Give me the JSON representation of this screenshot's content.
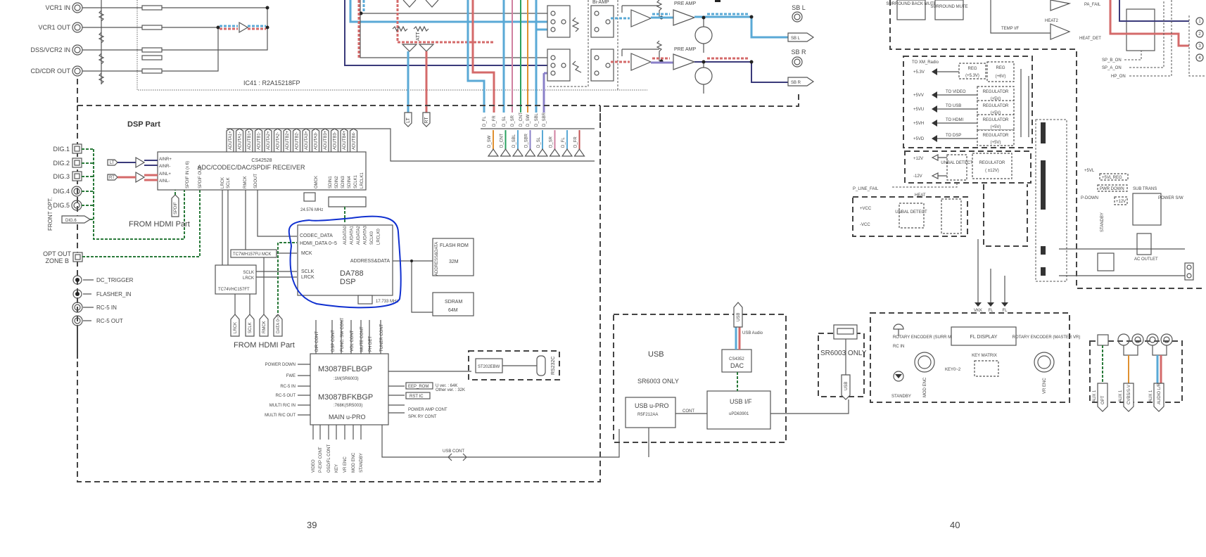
{
  "document": {
    "pages": [
      "39",
      "40"
    ]
  },
  "input_jacks": [
    {
      "label": "VCR1 IN"
    },
    {
      "label": "VCR1 OUT"
    },
    {
      "label": "DSS/VCR2 IN"
    },
    {
      "label": "CD/CDR OUT"
    }
  ],
  "ic41_label": "IC41 : R2A15218FP",
  "analog_outputs": {
    "lt": "LT",
    "rt": "RT",
    "att": "ATT",
    "bi_amp": "Bi-AMP",
    "pre_amp": "PRE AMP",
    "sb_l_jack": "SB L",
    "sb_r_jack": "SB R",
    "sb_l_conn": "SB L",
    "sb_r_conn": "SB R",
    "d_channels_top": [
      "D_FL",
      "D_FR",
      "D_SL",
      "D_SR",
      "D_CNT",
      "D_SW",
      "D_SBL",
      "D_SBR"
    ],
    "d_channels_bottom": [
      "D_SW",
      "D_CNT",
      "D_SBL",
      "D_SBR",
      "D_SL",
      "D_SR",
      "D_FL",
      "D_FR"
    ]
  },
  "dsp_part": {
    "title": "DSP Part",
    "digital_inputs": [
      "DIG.1",
      "DIG.2",
      "DIG.3",
      "DIG.4",
      "DIG.5",
      "DIG.6"
    ],
    "front_opt": "FRONT OPT.",
    "opt_out": "OPT OUT",
    "zone_b": "ZONE B",
    "misc_jacks": [
      "DC_TRIGGER",
      "FLASHER_IN",
      "RC-5 IN",
      "RC-5 OUT"
    ],
    "adc_chip": {
      "part": "CS42528",
      "name": "ADC/CODEC/DAC/SPDIF RECEIVER",
      "left_pins": [
        "AINR+",
        "AINR-",
        "AINL+",
        "AINL-"
      ],
      "bottom_pins": [
        "SPDIF IN (x 6)",
        "SPDIF OUT",
        "LRCK",
        "SCLK",
        "RMCK",
        "SDOUT",
        "OMCK",
        "SDIN1",
        "SDIN2",
        "SDIN3",
        "SDIN4",
        "SCLK1",
        "LRCLK1"
      ],
      "top_pins": [
        "ADUTA1+",
        "ADUTA1-",
        "ADUTB1+",
        "ADUTB1-",
        "ADUTA2+",
        "ADUTA2-",
        "ADUTB2+",
        "ADUTB2-",
        "ADUTA3+",
        "ADUTA3-",
        "ADUTB3+",
        "ADUTB3-",
        "ADUTB4+",
        "ADUTB4-"
      ],
      "crystal": "24.576 MHz",
      "spdif_conn": "SPDIF"
    },
    "from_hdmi_1": "FROM HDMI Part",
    "from_hdmi_2": "FROM HDMI Part",
    "hdmi_conns": [
      "LRCK",
      "SCLK",
      "RMCK",
      "DATA 0~5"
    ],
    "tc7wh": "TC7WH157FU MCK",
    "tc74": {
      "name": "TC74VHC157FT",
      "pins": [
        "SCLK",
        "LRCK"
      ]
    },
    "dsp_chip": {
      "name1": "DA788",
      "name2": "DSP",
      "left_pins": [
        "CODEC_DATA",
        "HDMI_DATA 0~5",
        "MCK",
        "SCLK",
        "LRCK"
      ],
      "top_pins": [
        "AUDATA0",
        "AUDATA1",
        "AUDATA2",
        "AUDATA3",
        "SCLK0",
        "LRCLK0"
      ],
      "right_pin": "ADDRESS&DATA",
      "crystal": "17.733 MHz"
    },
    "flash_rom": {
      "name": "FLASH ROM",
      "size": "32M",
      "pin": "ADDRESS&DATA"
    },
    "sdram": {
      "name": "SDRAM",
      "size": "64M"
    },
    "micro": {
      "part1": "M3087BFLBGP",
      "part1_mem": ":1M(SR6003)",
      "part2": "M3087BFKBGP",
      "part2_mem": ":768K(SR5003)",
      "name": "MAIN u-PRO",
      "top_signals": [
        "DIR CONT",
        "DSP CONT",
        "FUNC. SW CONT",
        "VOL CONT",
        "MUTE CONT",
        "PH DET",
        "TUNER CONT"
      ],
      "left_signals": [
        "POWER DOWN",
        "FWE",
        "RC-5 IN",
        "RC-5 OUT",
        "MULTI R/C IN",
        "MULTI R/C OUT"
      ],
      "bottom_signals": [
        "VIDEO",
        "P-EXP CONT",
        "OSD/FL CONT",
        "KEY",
        "VR ENC",
        "MOD ENC",
        "STANDBY"
      ],
      "right_signals": [
        "POWER AMP CONT",
        "SPK RY CONT"
      ],
      "eep_rom": "EEP_ROM",
      "eep_note1": "U ver. : 64K",
      "eep_note2": "Other ver. : 32K",
      "rst_ic": "RST IC",
      "usb_cont": "USB CONT"
    },
    "rs232": {
      "driver": "ST202EBW",
      "connector": "RS232C"
    }
  },
  "usb_block": {
    "title": "USB",
    "subtitle": "SR6003 ONLY",
    "u_pro": {
      "name": "USB u-PRO",
      "part": "R5F212AA"
    },
    "cont": "CONT",
    "usb_if": {
      "name": "USB I/F",
      "part": "uPD63901"
    },
    "dac": {
      "part": "CS4352",
      "name": "DAC"
    },
    "usb_audio": "USB Audio",
    "usb_conn": "USB",
    "sr6003_only": "SR6003 ONLY",
    "usb_conn2": "USB"
  },
  "power_block": {
    "surround_back_mute": "SURROUND BACK MUTE",
    "surround_mute": "SURROUND MUTE",
    "pa_fail": "PA_FAIL",
    "heat2": "HEAT2",
    "temp_if": "TEMP I/F",
    "heat_det": "HEAT_DET",
    "to_xm": "TO XM_Radio",
    "rails": [
      {
        "volt": "+5.3V",
        "dest": "",
        "reg": "REG",
        "reg_v": "(+5.3V)"
      },
      {
        "volt": "+5VV",
        "dest": "TO VIDEO",
        "reg": "REGULATOR",
        "reg_v": "(+5V)"
      },
      {
        "volt": "+5VU",
        "dest": "TO USB",
        "reg": "REGULATOR",
        "reg_v": "(+5V)"
      },
      {
        "volt": "+5VH",
        "dest": "TO HDMI",
        "reg": "REGULATOR",
        "reg_v": "(+5V)"
      },
      {
        "volt": "+5VD",
        "dest": "TO DSP",
        "reg": "REGULATOR",
        "reg_v": "(+5V)"
      }
    ],
    "reg6": {
      "name": "REG",
      "v": "(+6V)"
    },
    "p12": "+12V",
    "m12": "-12V",
    "unbal": "UNBAL DETECT",
    "reg12": {
      "name": "REGULATOR",
      "v": "( ±12V)"
    },
    "p_line_fail": "P_LINE_FAIL",
    "heat": "HEAT",
    "pvcc": "+VCC",
    "mvcc": "-VCC",
    "unbal2": "UNBAL DETECT",
    "outputs": [
      "VKK",
      "FL",
      "FL"
    ],
    "sp_b_on": "SP_B_ON",
    "sp_a_on": "SP_A_ON",
    "hp_on": "HP_ON",
    "terminals": [
      "1",
      "2",
      "3",
      "4"
    ],
    "p5vl": "+5VL",
    "p5vl_reg": "+5VL REG",
    "pwr_down": "PWR DOWN",
    "p_down": "P-DOWN",
    "p12b": "+12V",
    "sub_trans": "SUB TRANS",
    "power_sw": "POWER S/W",
    "standby": "STANDBY",
    "ac_outlet": "AC OUTLET"
  },
  "front_panel": {
    "rc_in": "RC IN",
    "standby": "STANDBY",
    "rot_enc_surr": "ROTARY ENCODER (SURR MODE)",
    "mod_enc": "MOD ENC",
    "fl_display": "FL DISPLAY",
    "key_matrix": "KEY MATRIX",
    "key02": "KEY0~2",
    "rot_enc_master": "ROTARY ENCODER (MASTER VR)",
    "vr_enc": "VR ENC",
    "vkk": "VKK",
    "fl": "FL"
  },
  "aux_block": {
    "aux_label": "AUX 1",
    "conns": [
      "OPT",
      "CVBS/S-V",
      "AUDIO L/R"
    ]
  }
}
